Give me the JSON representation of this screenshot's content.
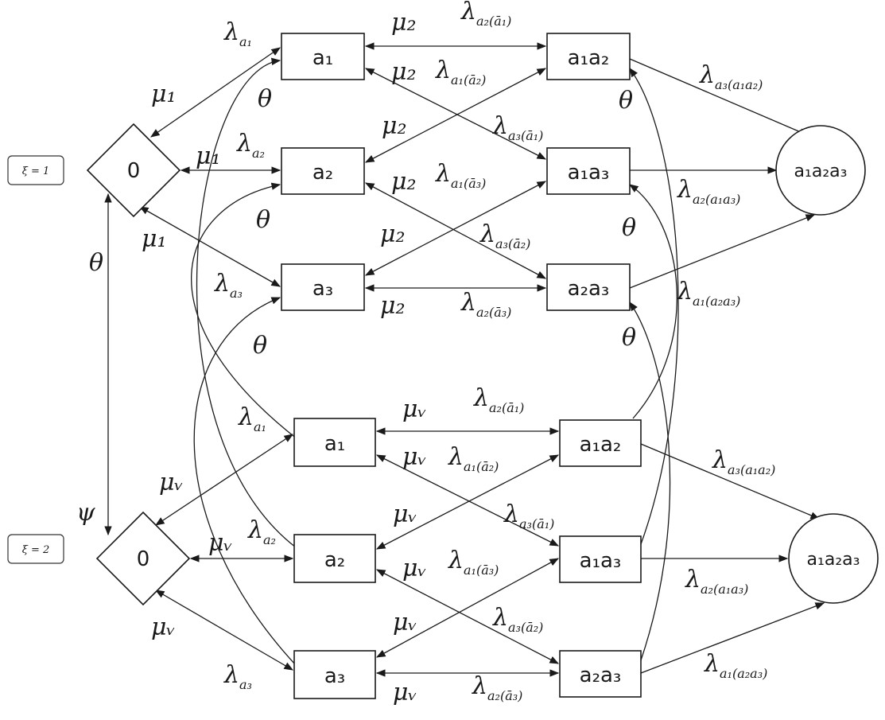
{
  "regimes": [
    {
      "id": "r1",
      "label": "ξ = 1"
    },
    {
      "id": "r2",
      "label": "ξ = 2"
    }
  ],
  "nodes": {
    "r1": {
      "zero": "0",
      "a1": "a₁",
      "a2": "a₂",
      "a3": "a₃",
      "a1a2": "a₁a₂",
      "a1a3": "a₁a₃",
      "a2a3": "a₂a₃",
      "a1a2a3": "a₁a₂a₃"
    },
    "r2": {
      "zero": "0",
      "a1": "a₁",
      "a2": "a₂",
      "a3": "a₃",
      "a1a2": "a₁a₂",
      "a1a3": "a₁a₃",
      "a2a3": "a₂a₃",
      "a1a2a3": "a₁a₂a₃"
    }
  },
  "labels": {
    "lambda": "λ",
    "theta": "θ",
    "psi": "ψ",
    "mu1": "μ₁",
    "mu2": "μ₂",
    "muv": "μᵥ",
    "sub_a1": "a₁",
    "sub_a2": "a₂",
    "sub_a3": "a₃",
    "sub_a2_nota1": "a₂(ā₁)",
    "sub_a1_nota2": "a₁(ā₂)",
    "sub_a3_nota1": "a₃(ā₁)",
    "sub_a1_nota3": "a₁(ā₃)",
    "sub_a3_nota2": "a₃(ā₂)",
    "sub_a2_nota3": "a₂(ā₃)",
    "sub_a3_nota12": "a₃(a₁a₂)",
    "sub_a2_nota13": "a₂(a₁a₃)",
    "sub_a1_nota23": "a₁(a₂a₃)"
  }
}
